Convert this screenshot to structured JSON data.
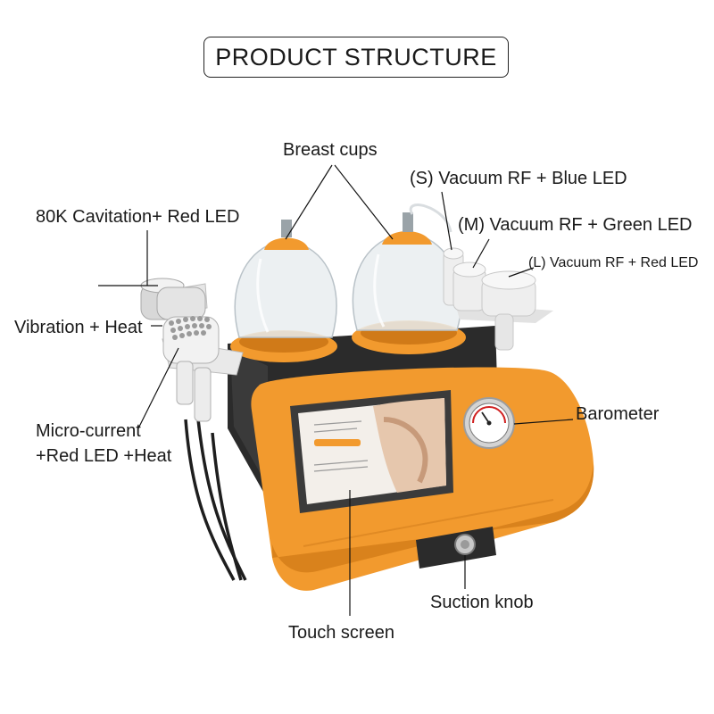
{
  "title": "PRODUCT STRUCTURE",
  "labels": {
    "breast_cups": "Breast cups",
    "s_vacuum": "(S) Vacuum RF + Blue LED",
    "m_vacuum": "(M) Vacuum RF + Green LED",
    "l_vacuum": "(L) Vacuum RF + Red LED",
    "cavitation": "80K Cavitation+ Red LED",
    "vibration": "Vibration + Heat",
    "micro_line1": "Micro-current",
    "micro_line2": "+Red LED +Heat",
    "barometer": "Barometer",
    "suction_knob": "Suction knob",
    "touch_screen": "Touch screen"
  },
  "colors": {
    "device_orange": "#f29a2e",
    "device_dark": "#2b2b2b",
    "cup_clear": "#e9edf0",
    "handpiece_white": "#eeeeee"
  }
}
